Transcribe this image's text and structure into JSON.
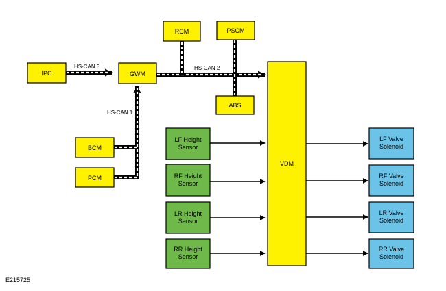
{
  "colors": {
    "yellow": "#fff200",
    "green": "#6fb84a",
    "blue": "#6cc3e8",
    "line": "#000000"
  },
  "modules": {
    "ipc": "IPC",
    "gwm": "GWM",
    "rcm": "RCM",
    "pscm": "PSCM",
    "abs": "ABS",
    "bcm": "BCM",
    "pcm": "PCM",
    "vdm": "VDM"
  },
  "sensors": {
    "lf": [
      "LF Height",
      "Sensor"
    ],
    "rf": [
      "RF Height",
      "Sensor"
    ],
    "lr": [
      "LR Height",
      "Sensor"
    ],
    "rr": [
      "RR Height",
      "Sensor"
    ]
  },
  "solenoids": {
    "lf": [
      "LF Valve",
      "Solenoid"
    ],
    "rf": [
      "RF Valve",
      "Solenoid"
    ],
    "lr": [
      "LR Valve",
      "Solenoid"
    ],
    "rr": [
      "RR Valve",
      "Solenoid"
    ]
  },
  "buses": {
    "hs_can_1": "HS-CAN 1",
    "hs_can_2": "HS-CAN 2",
    "hs_can_3": "HS-CAN 3"
  },
  "figure_id": "E215725"
}
